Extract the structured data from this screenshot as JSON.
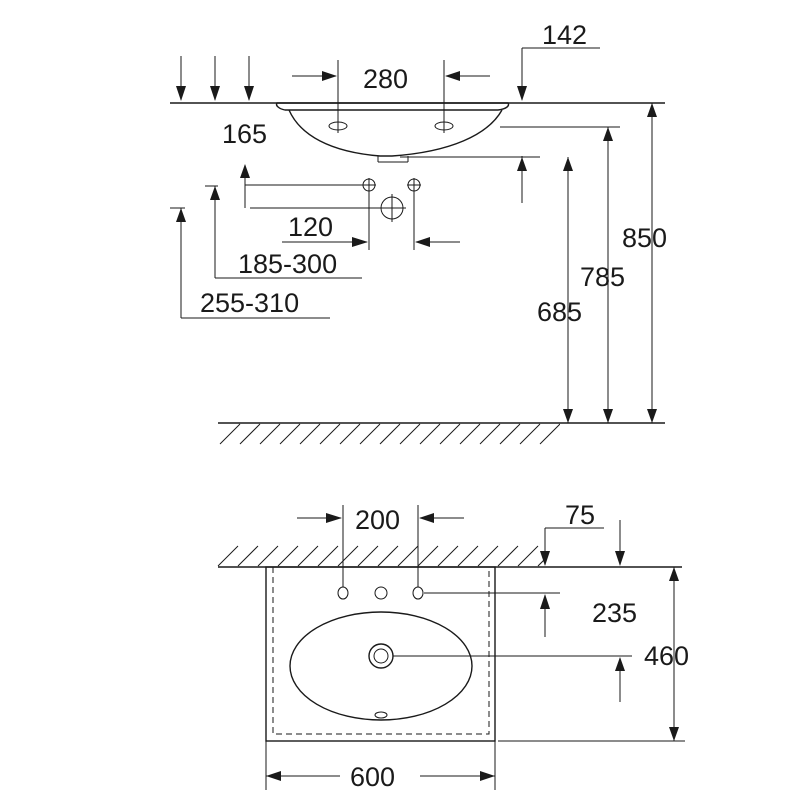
{
  "side_view": {
    "dimensions": {
      "d142": "142",
      "d280": "280",
      "d165": "165",
      "d120": "120",
      "d185_300": "185-300",
      "d255_310": "255-310",
      "d685": "685",
      "d785": "785",
      "d850": "850"
    }
  },
  "top_view": {
    "dimensions": {
      "d200": "200",
      "d75": "75",
      "d235": "235",
      "d460": "460",
      "d600": "600"
    }
  }
}
